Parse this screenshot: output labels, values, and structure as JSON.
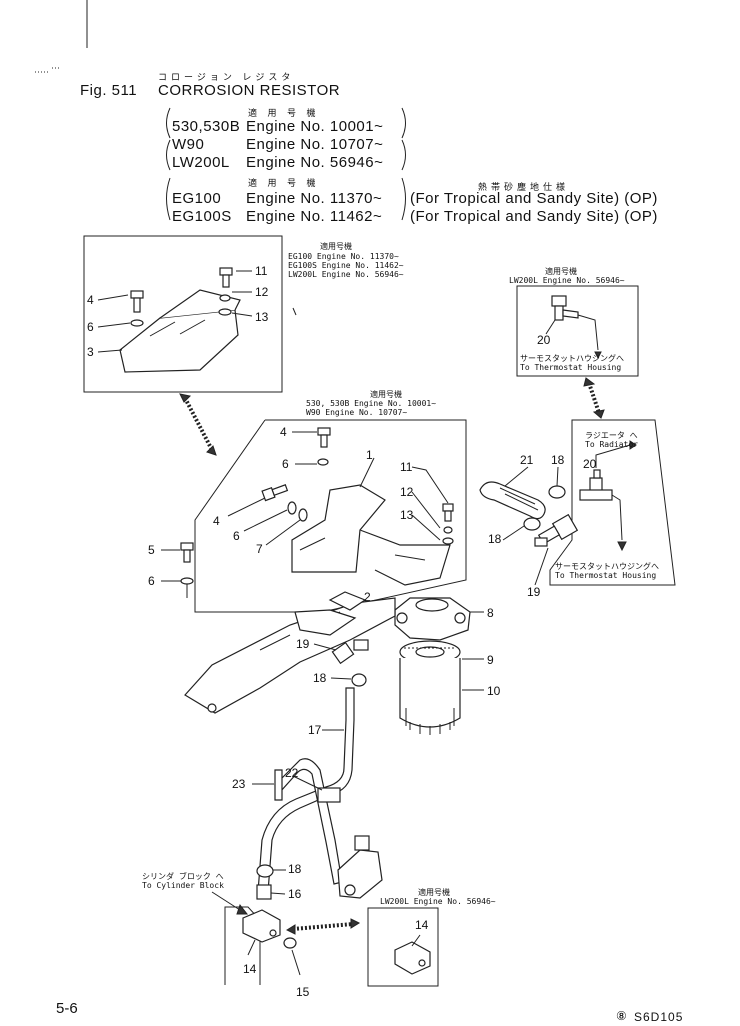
{
  "header": {
    "fig_label": "Fig. 511",
    "title_jp": "コロージョン レジスタ",
    "title": "CORROSION RESISTOR"
  },
  "applicability": {
    "block1_jp": "適 用 号 機",
    "block1": [
      {
        "model": "530,530B",
        "engine": "Engine No. 10001~"
      },
      {
        "model": "W90",
        "engine": "Engine No. 10707~"
      },
      {
        "model": "LW200L",
        "engine": "Engine No. 56946~"
      }
    ],
    "block2_jp": "適 用 号 機",
    "block2": [
      {
        "model": "EG100",
        "engine": "Engine No. 11370~",
        "spec": "(For Tropical and Sandy Site) (OP)"
      },
      {
        "model": "EG100S",
        "engine": "Engine No. 11462~",
        "spec": "(For Tropical and Sandy Site) (OP)"
      }
    ],
    "spec_jp": "熱帯砂塵地仕様"
  },
  "callouts": {
    "box1": {
      "jp": "適用号機",
      "lines": [
        "EG100   Engine No. 11370~",
        "EG100S  Engine No. 11462~",
        "LW200L  Engine No. 56946~"
      ]
    },
    "box2": {
      "jp": "適用号機",
      "lines": [
        "LW200L  Engine No. 56946~"
      ],
      "to_jp": "サーモスタットハウジングへ",
      "to": "To Thermostat Housing"
    },
    "box3": {
      "jp": "適用号機",
      "lines": [
        "530, 530B  Engine No. 10001~",
        "W90        Engine No. 10707~"
      ]
    },
    "box4": {
      "radiator_jp": "ラジエータ へ",
      "radiator": "To Radiator",
      "thermo_jp": "サーモスタットハウジングへ",
      "thermo": "To Thermostat Housing"
    },
    "box5": {
      "jp": "適用号機",
      "lines": [
        "LW200L  Engine No. 56946~"
      ]
    },
    "cylinder_jp": "シリンダ ブロック へ",
    "cylinder": "To Cylinder Block"
  },
  "part_numbers": {
    "p1": "1",
    "p2": "2",
    "p3": "3",
    "p4a": "4",
    "p4b": "4",
    "p4c": "4",
    "p5": "5",
    "p6a": "6",
    "p6b": "6",
    "p6c": "6",
    "p6d": "6",
    "p7": "7",
    "p8": "8",
    "p9": "9",
    "p10": "10",
    "p11a": "11",
    "p11b": "11",
    "p12a": "12",
    "p12b": "12",
    "p13a": "13",
    "p13b": "13",
    "p14a": "14",
    "p14b": "14",
    "p14c": "14",
    "p15": "15",
    "p16": "16",
    "p17": "17",
    "p18a": "18",
    "p18b": "18",
    "p18c": "18",
    "p18d": "18",
    "p19a": "19",
    "p19b": "19",
    "p20a": "20",
    "p20b": "20",
    "p21": "21",
    "p22": "22",
    "p23": "23"
  },
  "footer": {
    "page": "5-6",
    "code_mark": "⑧",
    "code": "S6D105"
  }
}
